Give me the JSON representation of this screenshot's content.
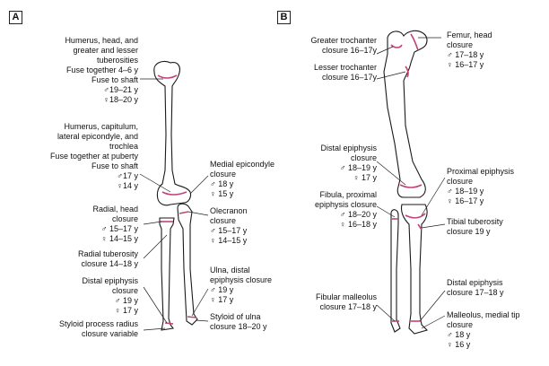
{
  "panels": {
    "a": "A",
    "b": "B"
  },
  "colors": {
    "growth_plate": "#c0447a",
    "bone_outline": "#1a1a1a"
  },
  "labels_a": {
    "humerus_head": [
      "Humerus, head, and",
      "greater and lesser",
      "tuberosities",
      "Fuse together 4–6 y",
      "Fuse to shaft",
      "♂19–21 y",
      "♀18–20 y"
    ],
    "capitulum": [
      "Humerus, capitulum,",
      "lateral epicondyle, and",
      "trochlea",
      "Fuse together at puberty",
      "Fuse to shaft",
      "♂17 y",
      "♀14 y"
    ],
    "radial_head": [
      "Radial, head",
      "closure",
      "♂ 15–17 y",
      "♀ 14–15 y"
    ],
    "radial_tuberosity": [
      "Radial tuberosity",
      "closure 14–18 y"
    ],
    "radius_distal": [
      "Distal epiphysis",
      "closure",
      "♂ 19 y",
      "♀ 17 y"
    ],
    "styloid_radius": [
      "Styloid process radius",
      "closure variable"
    ],
    "medial_epicondyle": [
      "Medial epicondyle",
      "closure",
      "♂ 18 y",
      "♀ 15 y"
    ],
    "olecranon": [
      "Olecranon",
      "closure",
      "♂ 15–17 y",
      "♀ 14–15 y"
    ],
    "ulna_distal": [
      "Ulna, distal",
      "epiphysis closure",
      "♂ 19 y",
      "♀ 17 y"
    ],
    "styloid_ulna": [
      "Styloid of ulna",
      "closure 18–20 y"
    ]
  },
  "labels_b": {
    "greater_trochanter": [
      "Greater trochanter",
      "closure 16–17y"
    ],
    "lesser_trochanter": [
      "Lesser trochanter",
      "closure 16–17y"
    ],
    "femur_head": [
      "Femur, head",
      "closure",
      "♂ 17–18 y",
      "♀ 16–17 y"
    ],
    "femur_distal": [
      "Distal epiphysis",
      "closure",
      "♂ 18–19 y",
      "♀ 17 y"
    ],
    "fibula_proximal": [
      "Fibula, proximal",
      "epiphysis closure",
      "♂ 18–20 y",
      "♀ 16–18 y"
    ],
    "tibia_proximal": [
      "Proximal epiphysis",
      "closure",
      "♂ 18–19 y",
      "♀ 16–17 y"
    ],
    "tibial_tuberosity": [
      "Tibial tuberosity",
      "closure 19 y"
    ],
    "fibular_malleolus": [
      "Fibular malleolus",
      "closure 17–18 y"
    ],
    "tibia_distal": [
      "Distal epiphysis",
      "closure 17–18 y"
    ],
    "medial_malleolus": [
      "Malleolus, medial tip",
      "closure",
      "♂ 18 y",
      "♀ 16 y"
    ]
  }
}
